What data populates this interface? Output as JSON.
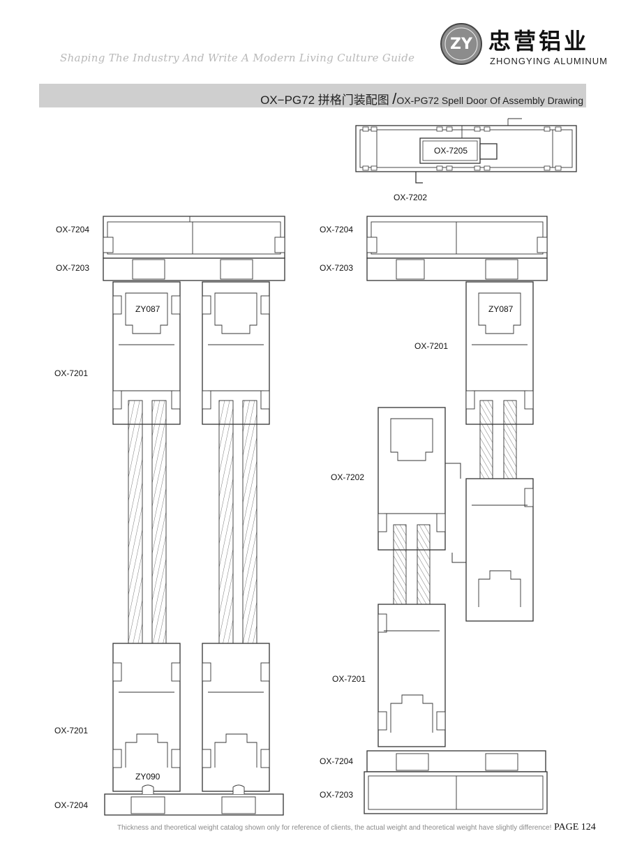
{
  "header": {
    "slogan": "Shaping The Industry And Write A Modern Living Culture Guide",
    "logo_text": "ZY",
    "brand_cn": "忠营铝业",
    "brand_en": "ZHONGYING ALUMINUM"
  },
  "title": {
    "main": "OX−PG72 拼格门装配图",
    "separator": "/",
    "sub": "OX-PG72 Spell Door Of Assembly Drawing"
  },
  "labels": {
    "top_center_inner": "OX-7205",
    "top_center_bottom": "OX-7202",
    "left_top_7204": "OX-7204",
    "left_top_7203": "OX-7203",
    "left_zy087": "ZY087",
    "left_7201_upper": "OX-7201",
    "left_7201_lower": "OX-7201",
    "left_zy090": "ZY090",
    "left_bottom_7204": "OX-7204",
    "right_top_7204": "OX-7204",
    "right_top_7203": "OX-7203",
    "right_zy087": "ZY087",
    "right_7201_upper": "OX-7201",
    "right_7202": "OX-7202",
    "right_7201_lower": "OX-7201",
    "right_bottom_7204": "OX-7204",
    "right_bottom_7203": "OX-7203"
  },
  "footer": {
    "note": "Thickness and theoretical weight catalog shown only for reference of clients, the actual weight and theoretical weight have slightly difference!",
    "page": "PAGE  124"
  },
  "colors": {
    "profile_stroke": "#333333",
    "profile_fill": "#ffffff",
    "glass_stroke": "#555555",
    "title_bar": "#cfcfcf"
  }
}
